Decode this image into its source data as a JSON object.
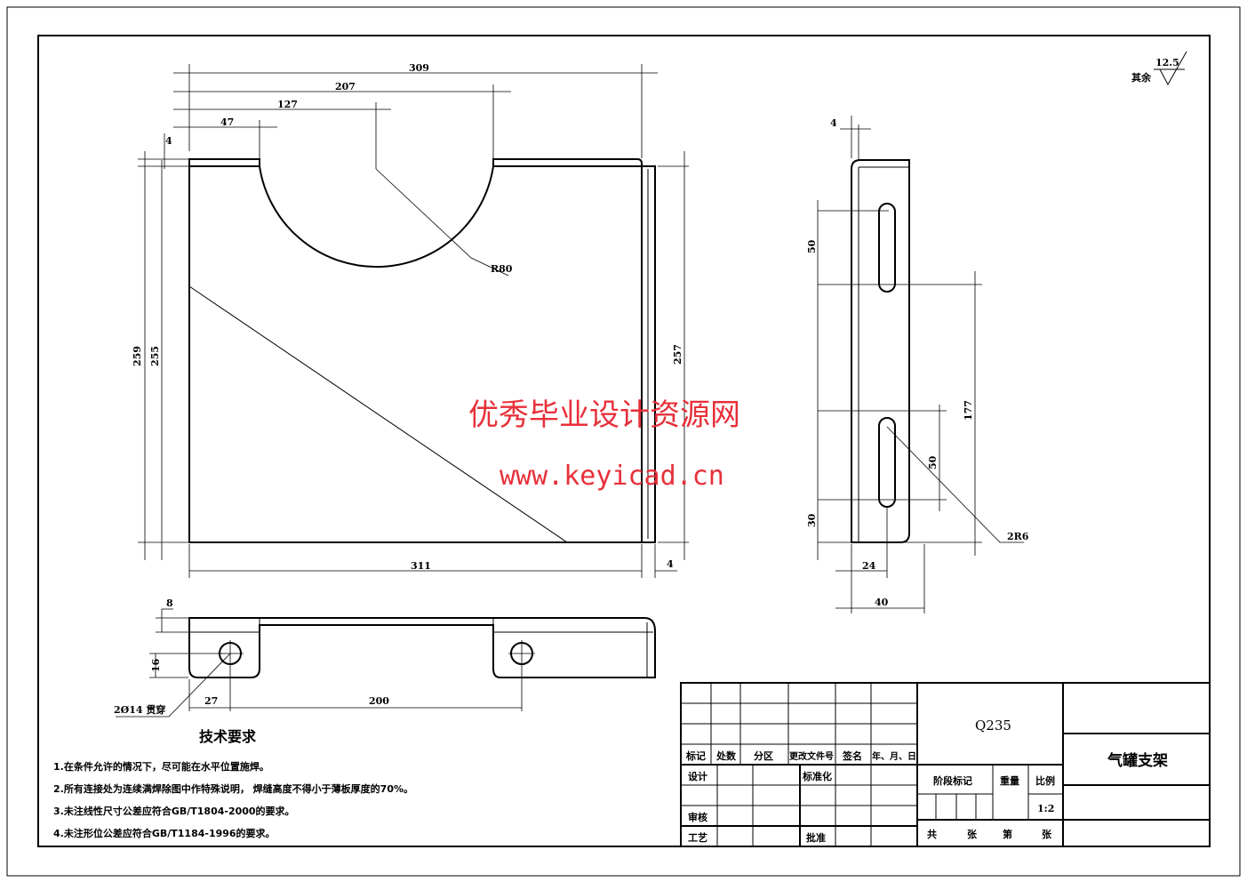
{
  "roughness": {
    "label": "其余",
    "value": "12.5"
  },
  "front_view": {
    "dims": {
      "d309": "309",
      "d207": "207",
      "d127": "127",
      "d47": "47",
      "d4_top": "4",
      "d259": "259",
      "d255": "255",
      "d257": "257",
      "d311": "311",
      "d4_bottom": "4",
      "r80": "R80"
    }
  },
  "side_view": {
    "dims": {
      "d4": "4",
      "d50_top": "50",
      "d177": "177",
      "d50_bottom": "50",
      "d30": "30",
      "d24": "24",
      "d40": "40",
      "r6": "2R6"
    }
  },
  "bottom_view": {
    "dims": {
      "d8": "8",
      "d16": "16",
      "d27": "27",
      "d200": "200",
      "holes": "2Ø14 贯穿"
    }
  },
  "watermark": {
    "line1": "优秀毕业设计资源网",
    "line2": "www.keyicad.cn"
  },
  "tech_requirements": {
    "title": "技术要求",
    "items": [
      "1.在条件允许的情况下，尽可能在水平位置施焊。",
      "2.所有连接处为连续满焊除图中作特殊说明， 焊缝高度不得小于薄板厚度的70%。",
      "3.未注线性尺寸公差应符合GB/T1804-2000的要求。",
      "4.未注形位公差应符合GB/T1184-1996的要求。"
    ]
  },
  "title_block": {
    "headers": [
      "标记",
      "处数",
      "分区",
      "更改文件号",
      "签名",
      "年、月、日"
    ],
    "design": "设计",
    "standardization": "标准化",
    "review": "审核",
    "process": "工艺",
    "approve": "批准",
    "material": "Q235",
    "stage_mark": "阶段标记",
    "weight": "重量",
    "scale_label": "比例",
    "scale": "1:2",
    "sheets_total": "共",
    "sheets_unit1": "张",
    "sheet_no": "第",
    "sheets_unit2": "张",
    "part_name": "气罐支架"
  }
}
